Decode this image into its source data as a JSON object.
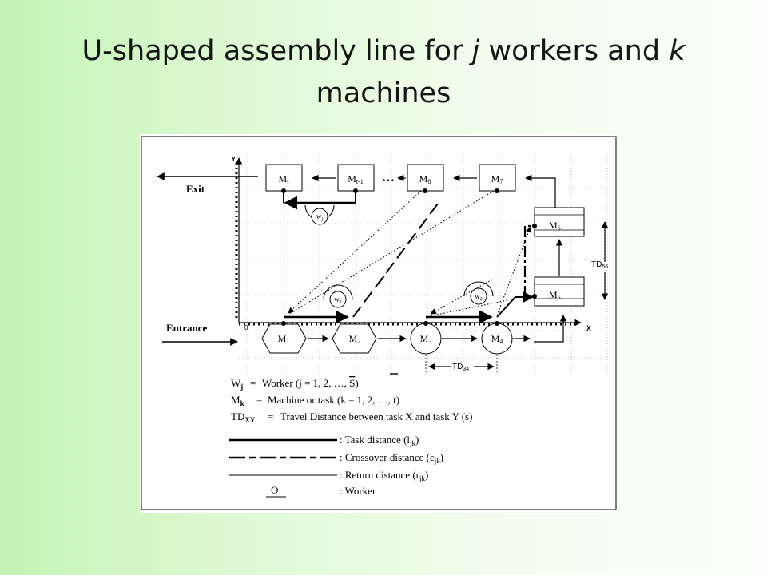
{
  "slide": {
    "title_line1_pre": "U-shaped assembly line for ",
    "title_var_j": "j",
    "title_line1_mid": " workers and ",
    "title_var_k": "k",
    "title_line2": "machines"
  },
  "diagram": {
    "axes": {
      "y": "Y",
      "x": "X",
      "origin": "0"
    },
    "labels": {
      "exit": "Exit",
      "entrance": "Entrance",
      "dots": "…"
    },
    "top_machines": [
      {
        "base": "M",
        "sub": "t"
      },
      {
        "base": "M",
        "sub": "t-1"
      },
      {
        "base": "M",
        "sub": "8"
      },
      {
        "base": "M",
        "sub": "7"
      }
    ],
    "right_machines": [
      {
        "base": "M",
        "sub": "6"
      },
      {
        "base": "M",
        "sub": "5"
      }
    ],
    "bottom_machines": [
      {
        "base": "M",
        "sub": "1"
      },
      {
        "base": "M",
        "sub": "2"
      },
      {
        "base": "M",
        "sub": "3"
      },
      {
        "base": "M",
        "sub": "4"
      }
    ],
    "workers": [
      {
        "base": "w",
        "sub": "j"
      },
      {
        "base": "w",
        "sub": "1"
      },
      {
        "base": "w",
        "sub": "2"
      }
    ],
    "travel_distances": [
      {
        "base": "TD",
        "sub": "56"
      },
      {
        "base": "TD",
        "sub": "34"
      }
    ],
    "definitions": [
      {
        "term": "W",
        "sub": "j",
        "eq": "=",
        "text_pre": "Worker (j = 1, 2, …, ",
        "overlined": "S",
        "text_post": ")"
      },
      {
        "term": "M",
        "sub": "k",
        "eq": "=",
        "text_pre": "Machine or task (k = 1, 2, …, t)",
        "overlined": "",
        "text_post": ""
      },
      {
        "term": "TD",
        "sub": "XY",
        "eq": "=",
        "text_pre": "Travel Distance between task X and task Y (s)",
        "overlined": "",
        "text_post": ""
      }
    ],
    "legend": [
      {
        "style": "solid-thick",
        "text_pre": ": Task distance (l",
        "sub": "jk",
        "text_post": ")"
      },
      {
        "style": "dashed-long",
        "text_pre": ": Crossover distance (c",
        "sub": "jk",
        "text_post": ")"
      },
      {
        "style": "thin",
        "text_pre": ": Return distance (r",
        "sub": "jk",
        "text_post": ")"
      },
      {
        "style": "worker",
        "symbol": "O",
        "text_pre": ": Worker",
        "sub": "",
        "text_post": ""
      }
    ]
  },
  "colors": {
    "background_left": "#c3f4b4",
    "background_right": "#fcfffb",
    "ink": "#000000"
  }
}
